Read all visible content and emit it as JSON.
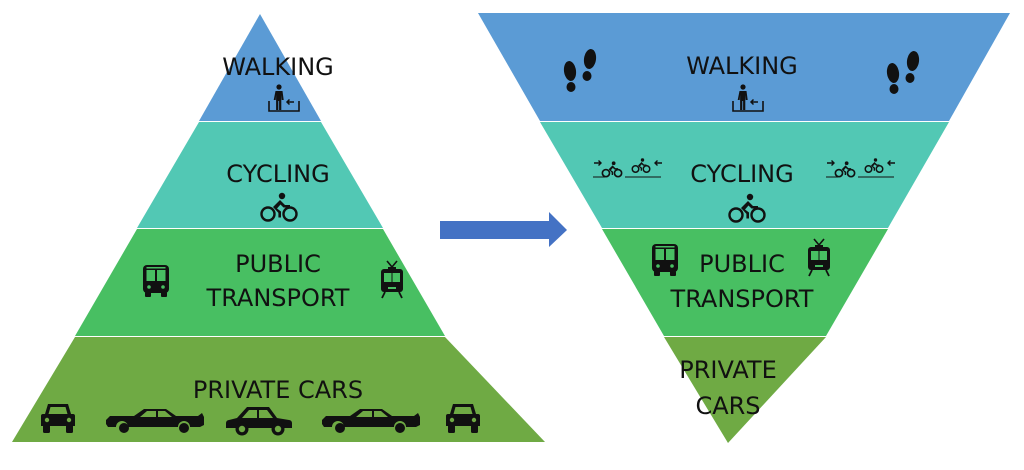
{
  "colors": {
    "walking": "#5b9bd5",
    "cycling": "#52c8b4",
    "public_transport": "#48bf62",
    "private_cars": "#6faa44",
    "arrow": "#4472c4",
    "divider": "#e8f3ec",
    "icon": "#111111"
  },
  "left_pyramid": {
    "title": "Traditional transport hierarchy",
    "tiers": [
      {
        "id": "walking",
        "lines": [
          "WALKING"
        ],
        "icons": [
          "walking-person-icon"
        ]
      },
      {
        "id": "cycling",
        "lines": [
          "CYCLING"
        ],
        "icons": [
          "cyclist-icon"
        ]
      },
      {
        "id": "public_transport",
        "lines": [
          "PUBLIC",
          "TRANSPORT"
        ],
        "icons": [
          "bus-icon",
          "tram-icon"
        ]
      },
      {
        "id": "private_cars",
        "lines": [
          "PRIVATE CARS"
        ],
        "icons": [
          "car-front-icon",
          "sedan-icon",
          "car-side-icon",
          "sedan-icon",
          "car-front-icon"
        ]
      }
    ]
  },
  "arrow": {
    "icon": "arrow-right-icon"
  },
  "right_pyramid": {
    "title": "Inverted transport hierarchy",
    "tiers": [
      {
        "id": "walking",
        "lines": [
          "WALKING"
        ],
        "icons": [
          "footprints-icon",
          "walking-person-icon",
          "footprints-icon"
        ]
      },
      {
        "id": "cycling",
        "lines": [
          "CYCLING"
        ],
        "icons": [
          "cycle-lane-icon",
          "cyclist-icon",
          "cycle-lane-icon"
        ]
      },
      {
        "id": "public_transport",
        "lines": [
          "PUBLIC",
          "TRANSPORT"
        ],
        "icons": [
          "bus-icon",
          "tram-icon"
        ]
      },
      {
        "id": "private_cars",
        "lines": [
          "PRIVATE",
          "CARS"
        ],
        "icons": []
      }
    ]
  }
}
